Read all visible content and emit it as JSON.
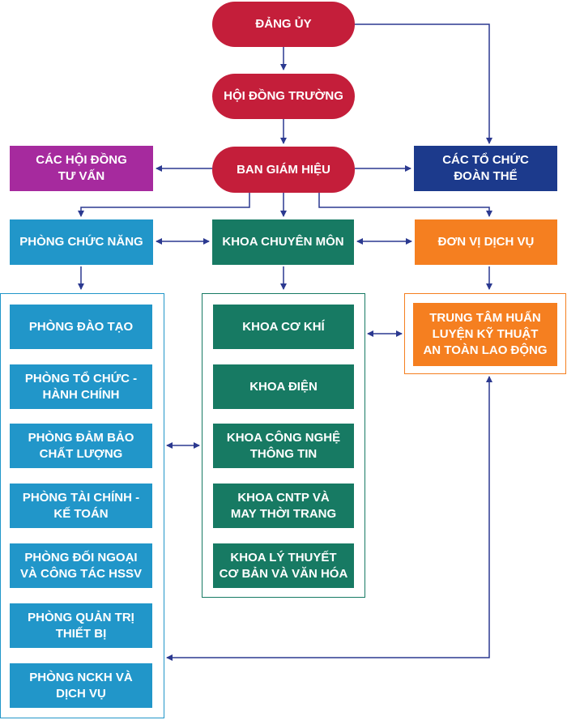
{
  "colors": {
    "leadership": "#c41e3a",
    "advisory": "#a62a9e",
    "organizations": "#1c3a8c",
    "offices": "#2196c9",
    "faculties": "#177a63",
    "services": "#f57f20",
    "arrows": "#2b3990"
  },
  "leadership": {
    "party_committee": "ĐẢNG ỦY",
    "school_council": "HỘI ĐỒNG TRƯỜNG",
    "board": "BAN GIÁM HIỆU"
  },
  "advisory_councils": "CÁC HỘI ĐỒNG\nTƯ VẤN",
  "mass_organizations": "CÁC TỔ CHỨC\nĐOÀN THỂ",
  "columns": {
    "offices": {
      "header": "PHÒNG CHỨC NĂNG",
      "items": [
        "PHÒNG ĐÀO TẠO",
        "PHÒNG TỔ CHỨC -\nHÀNH CHÍNH",
        "PHÒNG ĐẢM BẢO\nCHẤT LƯỢNG",
        "PHÒNG TÀI CHÍNH -\nKẾ TOÁN",
        "PHÒNG ĐỐI NGOẠI\nVÀ CÔNG TÁC HSSV",
        "PHÒNG QUẢN TRỊ\nTHIẾT BỊ",
        "PHÒNG NCKH VÀ\nDỊCH VỤ"
      ]
    },
    "faculties": {
      "header": "KHOA CHUYÊN MÔN",
      "items": [
        "KHOA CƠ KHÍ",
        "KHOA ĐIỆN",
        "KHOA CÔNG NGHỆ\nTHÔNG TIN",
        "KHOA CNTP VÀ\nMAY THỜI TRANG",
        "KHOA LÝ THUYẾT\nCƠ BẢN VÀ VĂN HÓA"
      ]
    },
    "services": {
      "header": "ĐƠN VỊ DỊCH VỤ",
      "items": [
        "TRUNG TÂM HUẤN\nLUYỆN KỸ THUẬT\nAN TOÀN LAO ĐỘNG"
      ]
    }
  }
}
